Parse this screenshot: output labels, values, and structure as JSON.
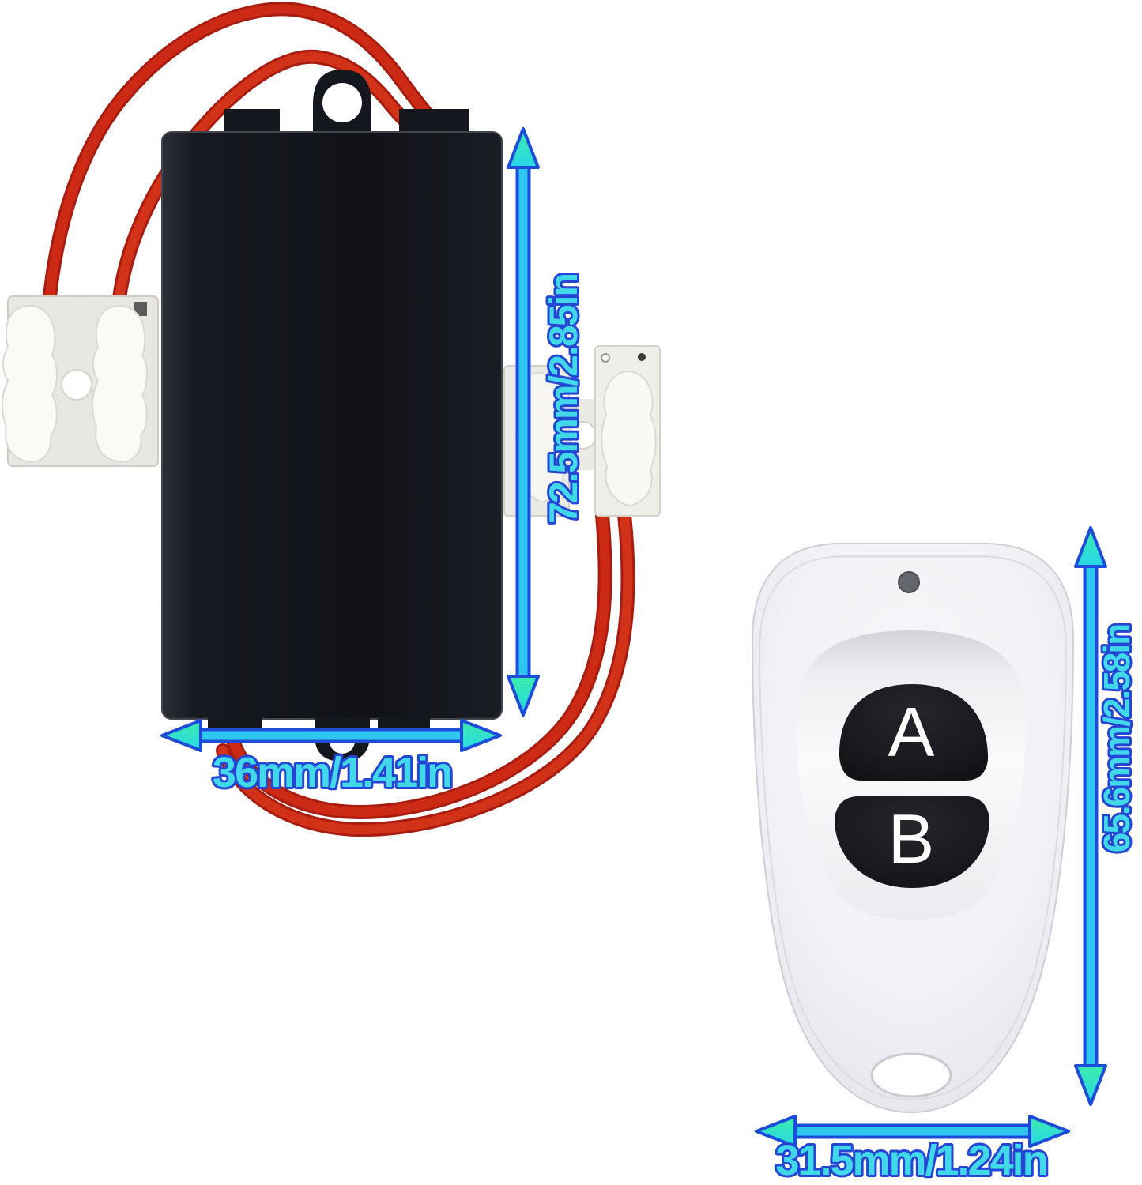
{
  "receiver": {
    "height_label": "72.5mm/2.85in",
    "width_label": "36mm/1.41in"
  },
  "remote": {
    "height_label": "65.6mm/2.58in",
    "width_label": "31.5mm/1.24in",
    "button_a_label": "A",
    "button_b_label": "B"
  },
  "annotation": {
    "text_fill": "#41d9ea",
    "text_outline": "#2545d4",
    "arrow_shaft": "#2cc6ef",
    "arrow_outline": "#1d4cd8",
    "arrow_head": "#38e9ab"
  },
  "colors": {
    "background": "#ffffff",
    "receiver_body": "#14161d",
    "wire_red": "#c8261a",
    "connector_white": "#efede8",
    "remote_body": "#f3f2f6",
    "button_black": "#17161b",
    "led_gray": "#63666d"
  }
}
